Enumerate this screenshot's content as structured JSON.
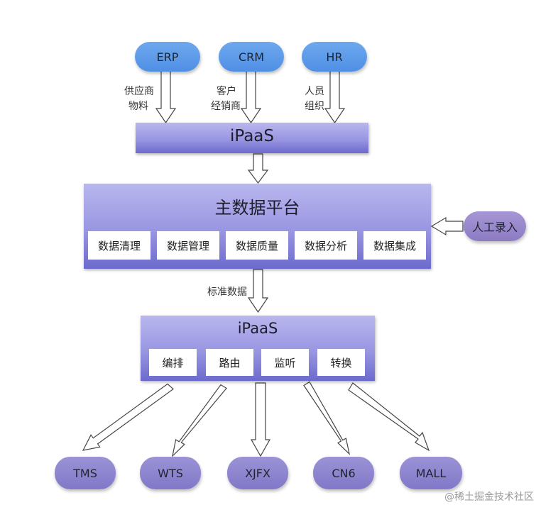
{
  "sources": [
    "ERP",
    "CRM",
    "HR"
  ],
  "source_labels": {
    "erp": [
      "供应商",
      "物料"
    ],
    "crm": [
      "客户",
      "经销商"
    ],
    "hr": [
      "人员",
      "组织"
    ]
  },
  "top_ipaas": "iPaaS",
  "mdm": {
    "title": "主数据平台",
    "modules": [
      "数据清理",
      "数据管理",
      "数据质量",
      "数据分析",
      "数据集成"
    ]
  },
  "manual_entry": "人工录入",
  "standard_data_label": "标准数据",
  "bottom_ipaas": {
    "title": "iPaaS",
    "functions": [
      "编排",
      "路由",
      "监听",
      "转换"
    ]
  },
  "targets": [
    "TMS",
    "WTS",
    "XJFX",
    "CN6",
    "MALL"
  ],
  "watermark": "@稀土掘金技术社区",
  "colors": {
    "source_pill": "#5a97e8",
    "target_pill": "#8a82cc",
    "bar_top": "#b8b7ee",
    "bar_bottom": "#6c6acd"
  }
}
